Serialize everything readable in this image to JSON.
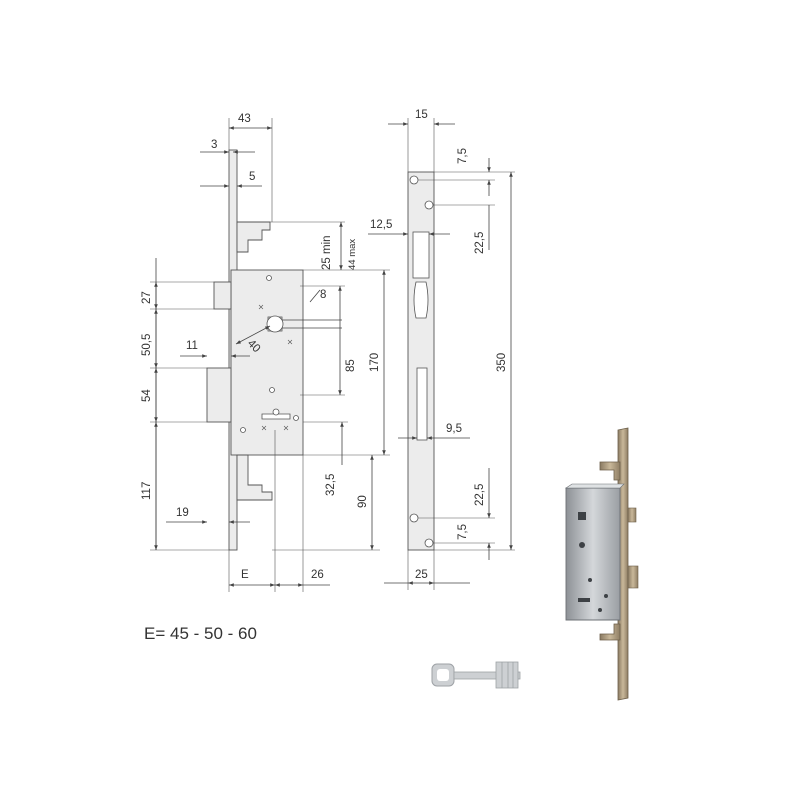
{
  "drawing": {
    "front_view": {
      "dimensions": {
        "d43": "43",
        "d3": "3",
        "d5": "5",
        "d25min": "25 min",
        "d44max": "44 max",
        "d8": "8",
        "d27": "27",
        "d40": "40",
        "d50_5": "50,5",
        "d11": "11",
        "d85": "85",
        "d170": "170",
        "d54": "54",
        "d32_5": "32,5",
        "d90": "90",
        "d117": "117",
        "d19": "19",
        "dE": "E",
        "d26": "26"
      }
    },
    "faceplate_view": {
      "dimensions": {
        "d15": "15",
        "d7_5_top": "7,5",
        "d12_5": "12,5",
        "d22_5_top": "22,5",
        "d350": "350",
        "d9_5": "9,5",
        "d22_5_bottom": "22,5",
        "d7_5_bottom": "7,5",
        "d25": "25"
      }
    },
    "formula": "E= 45 - 50 - 60"
  },
  "colors": {
    "line": "#444444",
    "part_fill": "#ececec",
    "photo_metal": "#b8bcc0"
  },
  "icons": [
    "key-icon",
    "lock-photo"
  ]
}
